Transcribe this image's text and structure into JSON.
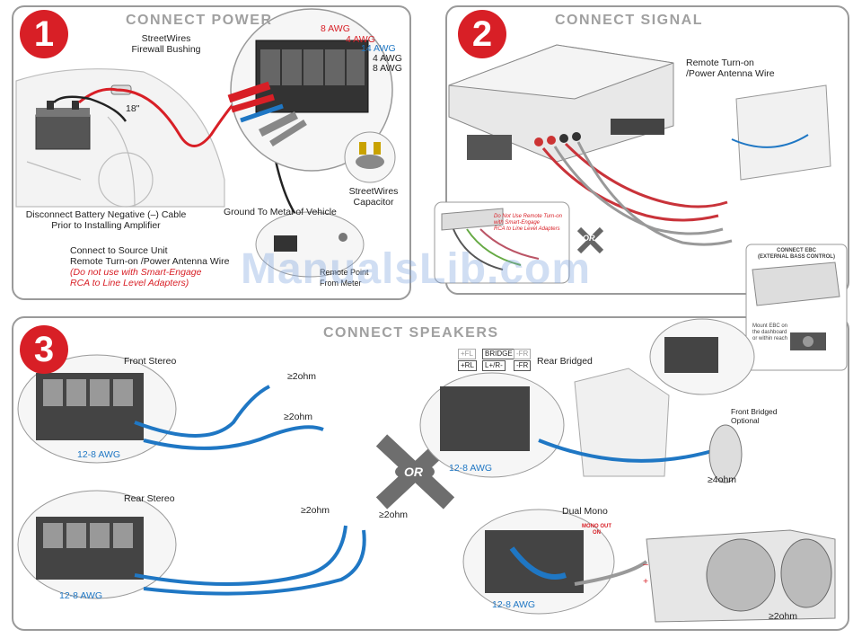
{
  "step1": {
    "number": "1",
    "title": "CONNECT POWER",
    "bushing": "StreetWires\nFirewall Bushing",
    "inches": "18\"",
    "awg_labels": [
      {
        "text": "8 AWG",
        "color": "red"
      },
      {
        "text": "4 AWG",
        "color": "red"
      },
      {
        "text": "14 AWG",
        "color": "blue"
      },
      {
        "text": "4 AWG",
        "color": "black"
      },
      {
        "text": "8 AWG",
        "color": "black"
      }
    ],
    "capacitor": "StreetWires\nCapacitor",
    "ground": "Ground To Metal of Vehicle",
    "remote_point": "Remote Point\nFrom Meter",
    "disconnect": "Disconnect Battery Negative (–) Cable\nPrior to Installing Amplifier",
    "source": "Connect to Source Unit\nRemote Turn-on /Power Antenna Wire",
    "warning": "(Do not use with Smart-Engage\nRCA to Line Level Adapters)"
  },
  "step2": {
    "number": "2",
    "title": "CONNECT SIGNAL",
    "remote": "Remote Turn-on\n/Power Antenna Wire",
    "inset_warning": "Do Not Use Remote Turn-on\nwith Smart-Engage\nRCA to Line Level Adapters",
    "or": "OR",
    "ebc_title": "CONNECT EBC\n(EXTERNAL BASS CONTROL)",
    "ebc_note": "Mount EBC on\nthe dashboard\nor within reach"
  },
  "step3": {
    "number": "3",
    "title": "CONNECT SPEAKERS",
    "front_stereo": "Front Stereo",
    "rear_stereo": "Rear Stereo",
    "rear_bridged": "Rear Bridged",
    "front_bridged": "Front Bridged\nOptional",
    "dual_mono": "Dual Mono",
    "mono_out": "MONO OUT\nON",
    "awg": "12-8 AWG",
    "ohm2": "≥2ohm",
    "ohm4": "≥4ohm",
    "or": "OR",
    "bridge": {
      "fl": "+FL",
      "bridge": "BRIDGE",
      "fr": "-FR",
      "rl": "+RL",
      "lr": "L+/R-",
      "fr2": "-FR"
    },
    "minus": "–",
    "plus": "+"
  },
  "watermark": "ManualsLib.com",
  "colors": {
    "red": "#d81f26",
    "blue": "#1f77c4",
    "panel_border": "#9a9a9a",
    "title_gray": "#a0a0a0"
  }
}
